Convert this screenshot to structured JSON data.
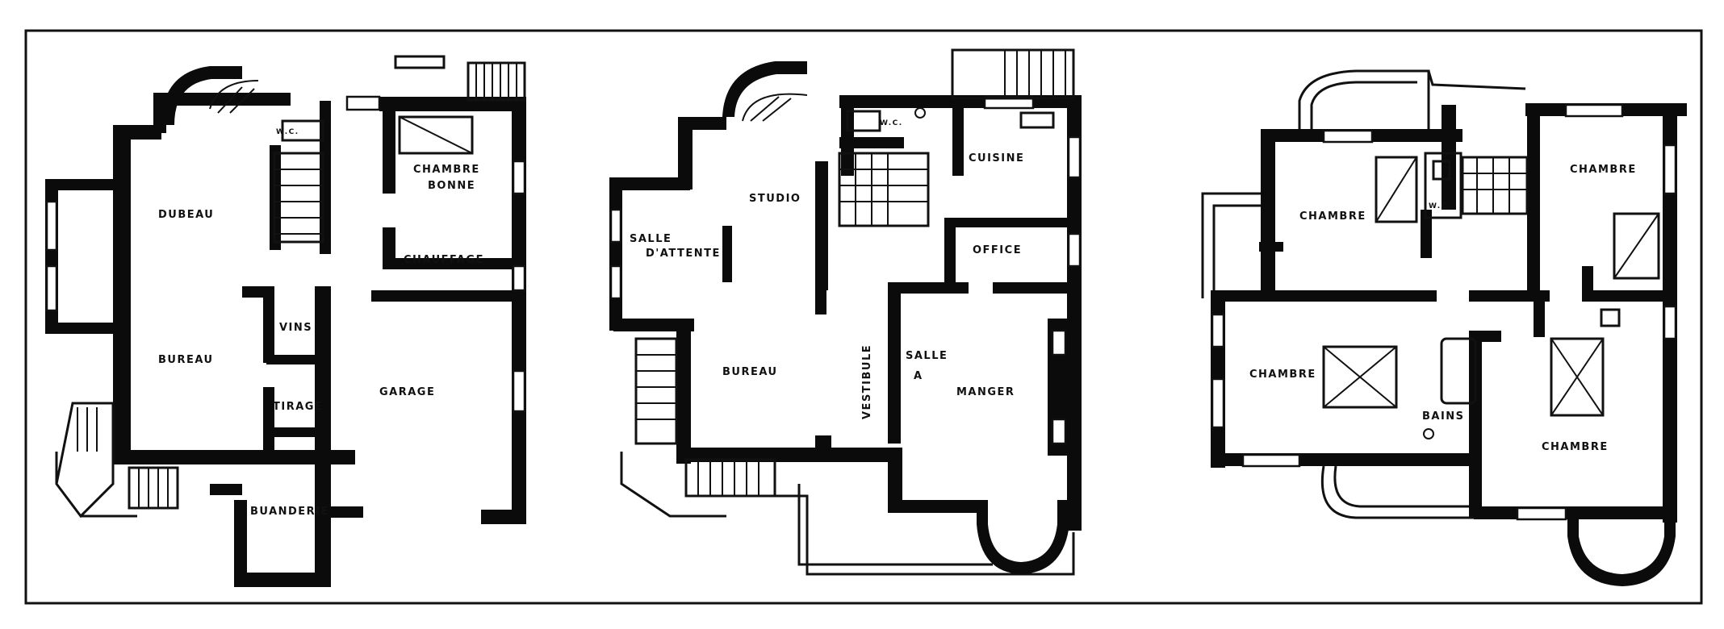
{
  "plans": [
    {
      "name": "ground-floor",
      "rooms": {
        "bureau_top": "DUBEAU",
        "bureau_bottom": "BUREAU",
        "chambre_bonne_1": "CHAMBRE",
        "chambre_bonne_2": "BONNE",
        "chauffage": "CHAUFFAGE",
        "vins": "VINS",
        "tirage": "TIRAGE",
        "garage": "GARAGE",
        "buanderie": "BUANDERIE",
        "wc": "W.C."
      }
    },
    {
      "name": "first-floor",
      "rooms": {
        "studio": "STUDIO",
        "salle_attente_1": "SALLE",
        "salle_attente_2": "D'ATTENTE",
        "cuisine": "CUISINE",
        "office": "OFFICE",
        "bureau": "BUREAU",
        "vestibule": "VESTIBULE",
        "salle_manger_1": "SALLE",
        "salle_manger_2": "A",
        "salle_manger_3": "MANGER",
        "wc": "W.C."
      }
    },
    {
      "name": "second-floor",
      "rooms": {
        "chambre_nw": "CHAMBRE",
        "chambre_ne": "CHAMBRE",
        "chambre_w": "CHAMBRE",
        "chambre_se": "CHAMBRE",
        "bains": "BAINS",
        "wc": "W.C."
      }
    }
  ]
}
